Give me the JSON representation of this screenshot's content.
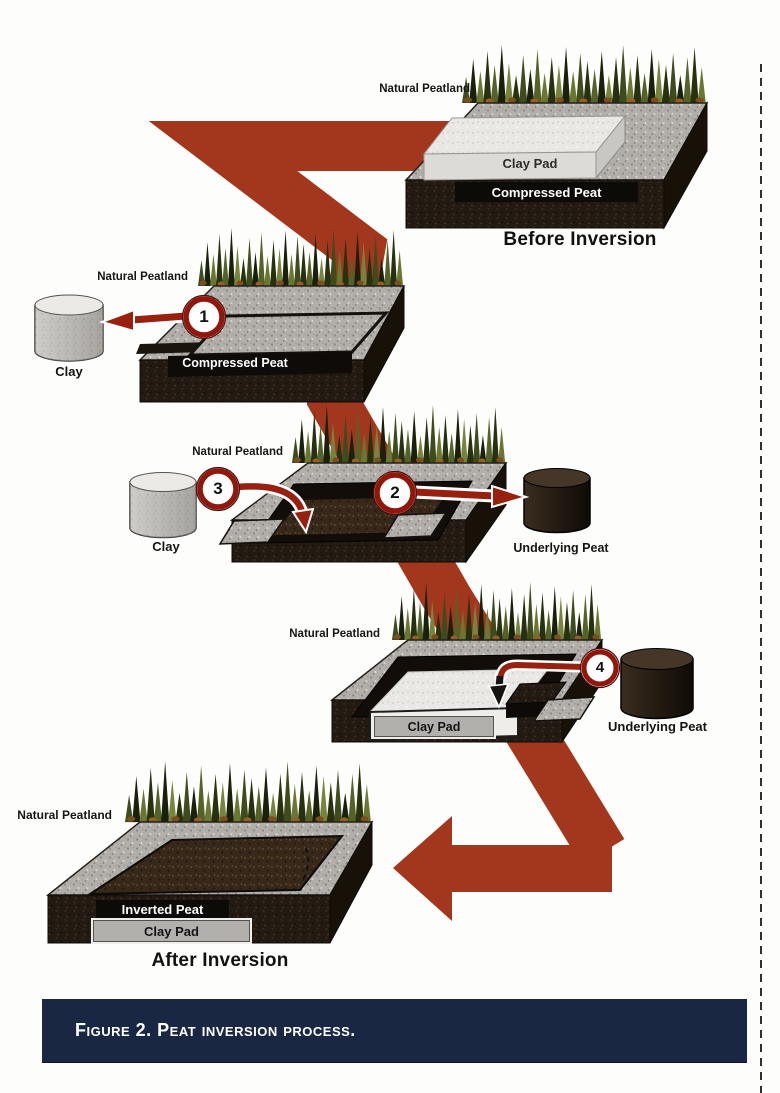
{
  "figure": {
    "caption": "Figure 2. Peat inversion process.",
    "colors": {
      "flow_arrow_red": "#a2371d",
      "caption_bg": "#1a2742",
      "caption_text": "#ffffff"
    }
  },
  "stages": [
    {
      "id": "before-inversion",
      "natural_peatland": "Natural Peatland",
      "clay_pad": "Clay Pad",
      "compressed_peat": "Compressed Peat",
      "caption": "Before Inversion"
    },
    {
      "id": "step-1-remove-clay",
      "step": "1",
      "natural_peatland": "Natural Peatland",
      "compressed_peat": "Compressed Peat",
      "clay_cylinder": "Clay"
    },
    {
      "id": "steps-2-3",
      "step_excavate": "2",
      "step_place_clay": "3",
      "natural_peatland": "Natural Peatland",
      "clay_cylinder": "Clay",
      "peat_cylinder": "Underlying Peat"
    },
    {
      "id": "step-4-replace-peat",
      "step": "4",
      "natural_peatland": "Natural Peatland",
      "clay_pad": "Clay Pad",
      "peat_cylinder": "Underlying Peat"
    },
    {
      "id": "after-inversion",
      "natural_peatland": "Natural Peatland",
      "inverted_peat": "Inverted Peat",
      "clay_pad": "Clay Pad",
      "caption": "After Inversion"
    }
  ]
}
